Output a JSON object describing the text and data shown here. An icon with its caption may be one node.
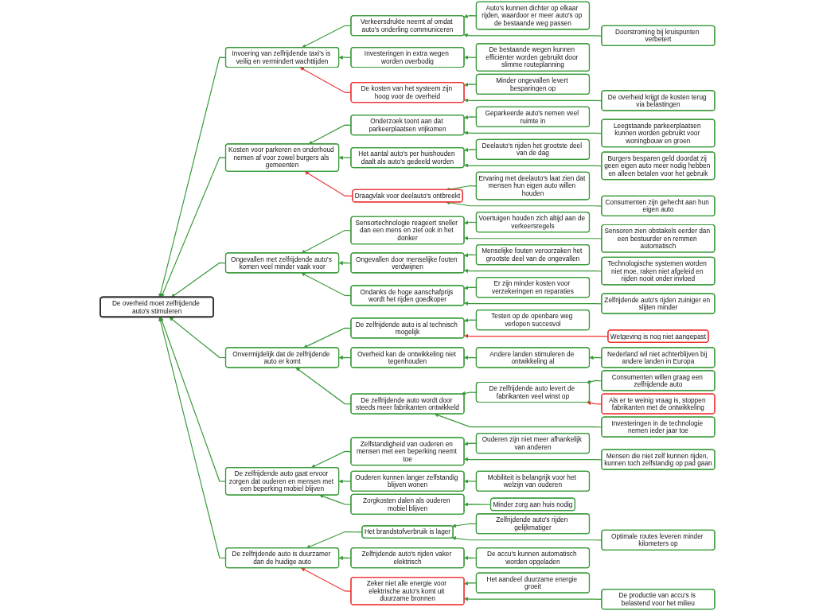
{
  "diagram": {
    "nodes": [
      {
        "text": [
          "De overheid moet zelfrijdende auto's stimuleren"
        ]
      },
      {
        "text": [
          "Invoering van zelfrijdende taxi's is veilig en vermindert wachttijden"
        ]
      },
      {
        "text": [
          "Kosten voor parkeren en onderhoud nemen af voor zowel burgers als gemeenten"
        ]
      },
      {
        "text": [
          "Ongevallen met zelfrijdende auto's komen veel minder vaak voor"
        ]
      },
      {
        "text": [
          "Onvermijdelijk dat de zelfrijdende auto er komt"
        ]
      },
      {
        "text": [
          "De zelfrijdende auto gaat ervoor zorgen dat ouderen en mensen met een beperking mobiel blijven"
        ]
      },
      {
        "text": [
          "De zelfrijdende auto is duurzamer dan de huidige auto"
        ]
      },
      {
        "text": [
          "Verkeersdrukte neemt af omdat auto's onderling communiceren"
        ]
      },
      {
        "text": [
          "Investeringen in extra wegen worden overbodig"
        ]
      },
      {
        "text": [
          "De kosten van het systeem zijn hoog voor de overheid"
        ]
      },
      {
        "text": [
          "Onderzoek toont aan dat parkeerplaatsen vrijkomen"
        ]
      },
      {
        "text": [
          "Het aantal auto's per huishouden daalt als auto's gedeeld worden"
        ]
      },
      {
        "text": [
          "Draagvlak voor deelauto's ontbreekt"
        ]
      },
      {
        "text": [
          "Sensortechnologie reageert sneller dan een mens en ziet ook in het donker"
        ]
      },
      {
        "text": [
          "Ongevallen door menselijke fouten verdwijnen"
        ]
      },
      {
        "text": [
          "Ondanks de hoge aanschafprijs wordt het rijden goedkoper"
        ]
      },
      {
        "text": [
          "De zelfrijdende auto is al technisch mogelijk"
        ]
      },
      {
        "text": [
          "Overheid kan de ontwikkeling niet tegenhouden"
        ]
      },
      {
        "text": [
          "De zelfrijdende auto wordt door steeds meer fabrikanten ontwikkeld"
        ]
      },
      {
        "text": [
          "Zelfstandigheid van ouderen en mensen met een beperking neemt toe"
        ]
      },
      {
        "text": [
          "Ouderen kunnen langer zelfstandig blijven wonen"
        ]
      },
      {
        "text": [
          "Zorgkosten dalen als ouderen mobiel blijven"
        ]
      },
      {
        "text": [
          "Het brandstofverbruik is lager"
        ]
      },
      {
        "text": [
          "Zelfrijdende auto's rijden vaker elektrisch"
        ]
      },
      {
        "text": [
          "Zeker niet alle energie voor elektrische auto's komt uit duurzame bronnen"
        ]
      },
      {
        "text": [
          "Auto's kunnen dichter op elkaar rijden, waardoor er meer auto's op de bestaande weg passen"
        ]
      },
      {
        "text": [
          "Doorstroming bij kruispunten verbetert"
        ]
      },
      {
        "text": [
          "De bestaande wegen kunnen efficiënter worden gebruikt door slimme routeplanning"
        ]
      },
      {
        "text": [
          "Minder ongevallen levert besparingen op"
        ]
      },
      {
        "text": [
          "De overheid krijgt de kosten terug via belastingen"
        ]
      },
      {
        "text": [
          "Geparkeerde auto's nemen veel ruimte in"
        ]
      },
      {
        "text": [
          "Leegstaande parkeerplaatsen kunnen worden gebruikt voor woningbouw en groen"
        ]
      },
      {
        "text": [
          "Deelauto's rijden het grootste deel van de dag"
        ]
      },
      {
        "text": [
          "Burgers besparen geld doordat zij geen eigen auto meer nodig hebben en alleen betalen voor het gebruik"
        ]
      },
      {
        "text": [
          "Ervaring met deelauto's laat zien dat mensen hun eigen auto willen houden"
        ]
      },
      {
        "text": [
          "Consumenten zijn gehecht aan hun eigen auto"
        ]
      },
      {
        "text": [
          "Voertuigen houden zich altijd aan de verkeersregels"
        ]
      },
      {
        "text": [
          "Sensoren zien obstakels eerder dan een bestuurder en remmen automatisch"
        ]
      },
      {
        "text": [
          "Menselijke fouten veroorzaken het grootste deel van de ongevallen"
        ]
      },
      {
        "text": [
          "Technologische systemen worden niet moe, raken niet afgeleid en rijden nooit onder invloed"
        ]
      },
      {
        "text": [
          "Er zijn minder kosten voor verzekeringen en reparaties"
        ]
      },
      {
        "text": [
          "Zelfrijdende auto's rijden zuiniger en slijten minder"
        ]
      },
      {
        "text": [
          "Testen op de openbare weg verlopen succesvol"
        ]
      },
      {
        "text": [
          "Wetgeving is nog niet aangepast"
        ]
      },
      {
        "text": [
          "Andere landen stimuleren de ontwikkeling al"
        ]
      },
      {
        "text": [
          "De zelfrijdende auto levert de fabrikanten veel winst op"
        ]
      },
      {
        "text": [
          "Investeringen in de technologie nemen ieder jaar toe"
        ]
      },
      {
        "text": [
          "Ouderen zijn niet meer afhankelijk van anderen"
        ]
      },
      {
        "text": [
          "Mensen die niet zelf kunnen rijden, kunnen toch zelfstandig op pad gaan"
        ]
      },
      {
        "text": [
          "Mobiliteit is belangrijk voor het welzijn van ouderen"
        ]
      },
      {
        "text": [
          "Minder zorg aan huis nodig"
        ]
      },
      {
        "text": [
          "Zelfrijdende auto's rijden gelijkmatiger"
        ]
      },
      {
        "text": [
          "Optimale routes leveren minder kilometers op"
        ]
      },
      {
        "text": [
          "De accu's kunnen automatisch worden opgeladen"
        ]
      },
      {
        "text": [
          "Het aandeel duurzame energie groeit"
        ]
      },
      {
        "text": [
          "De productie van accu's is belastend voor het milieu"
        ]
      },
      {
        "text": [
          "Nederland wil niet achterblijven bij andere landen in Europa"
        ]
      },
      {
        "text": [
          "Consumenten willen graag een zelfrijdende auto"
        ]
      },
      {
        "text": [
          "Als er te weinig vraag is, stoppen fabrikanten met de ontwikkeling"
        ]
      }
    ],
    "edges": [
      {
        "from": 1,
        "to": 0,
        "arrow": "to"
      },
      {
        "from": 2,
        "to": 0,
        "arrow": "to"
      },
      {
        "from": 3,
        "to": 0,
        "arrow": "to"
      },
      {
        "from": 4,
        "to": 0,
        "arrow": "to"
      },
      {
        "from": 5,
        "to": 0,
        "arrow": "to"
      },
      {
        "from": 6,
        "to": 0,
        "arrow": "to"
      },
      {
        "from": 7,
        "to": 1,
        "arrow": "to"
      },
      {
        "from": 8,
        "to": 1,
        "arrow": "to"
      },
      {
        "from": 9,
        "to": 1,
        "arrow": "to",
        "color": "#ee3333"
      },
      {
        "from": 10,
        "to": 2,
        "arrow": "to"
      },
      {
        "from": 11,
        "to": 2,
        "arrow": "to"
      },
      {
        "from": 12,
        "to": 2,
        "arrow": "to",
        "color": "#ee3333"
      },
      {
        "from": 13,
        "to": 3,
        "arrow": "to"
      },
      {
        "from": 14,
        "to": 3,
        "arrow": "to"
      },
      {
        "from": 15,
        "to": 3,
        "arrow": "to"
      },
      {
        "from": 16,
        "to": 4,
        "arrow": "to"
      },
      {
        "from": 17,
        "to": 4,
        "arrow": "to"
      },
      {
        "from": 18,
        "to": 4,
        "arrow": "to"
      },
      {
        "from": 19,
        "to": 5,
        "arrow": "to"
      },
      {
        "from": 20,
        "to": 5,
        "arrow": "to"
      },
      {
        "from": 21,
        "to": 5,
        "arrow": "to"
      },
      {
        "from": 22,
        "to": 6,
        "arrow": "to"
      },
      {
        "from": 23,
        "to": 6,
        "arrow": "to"
      },
      {
        "from": 24,
        "to": 6,
        "arrow": "to",
        "color": "#ee3333"
      },
      {
        "from": 25,
        "to": 7,
        "arrow": "to"
      },
      {
        "from": 26,
        "to": 7,
        "arrow": "to"
      },
      {
        "from": 27,
        "to": 8,
        "arrow": "to"
      },
      {
        "from": 28,
        "to": 9,
        "arrow": "to"
      },
      {
        "from": 29,
        "to": 9,
        "arrow": "to"
      },
      {
        "from": 30,
        "to": 10,
        "arrow": "to"
      },
      {
        "from": 31,
        "to": 10,
        "arrow": "to"
      },
      {
        "from": 32,
        "to": 11,
        "arrow": "to"
      },
      {
        "from": 33,
        "to": 11,
        "arrow": "to"
      },
      {
        "from": 34,
        "to": 12,
        "arrow": "to"
      },
      {
        "from": 35,
        "to": 12,
        "arrow": "to"
      },
      {
        "from": 36,
        "to": 13,
        "arrow": "to"
      },
      {
        "from": 37,
        "to": 13,
        "arrow": "to"
      },
      {
        "from": 38,
        "to": 14,
        "arrow": "to"
      },
      {
        "from": 39,
        "to": 14,
        "arrow": "to"
      },
      {
        "from": 40,
        "to": 15,
        "arrow": "to"
      },
      {
        "from": 41,
        "to": 15,
        "arrow": "to"
      },
      {
        "from": 42,
        "to": 16,
        "arrow": "to"
      },
      {
        "from": 43,
        "to": 16,
        "arrow": "to",
        "color": "#ee3333"
      },
      {
        "from": 44,
        "to": 17,
        "arrow": "to"
      },
      {
        "from": 45,
        "to": 18,
        "arrow": "to"
      },
      {
        "from": 46,
        "to": 18,
        "arrow": "to"
      },
      {
        "from": 47,
        "to": 19,
        "arrow": "to"
      },
      {
        "from": 48,
        "to": 19,
        "arrow": "to"
      },
      {
        "from": 49,
        "to": 20,
        "arrow": "to"
      },
      {
        "from": 50,
        "to": 21,
        "arrow": "to"
      },
      {
        "from": 51,
        "to": 22,
        "arrow": "to"
      },
      {
        "from": 52,
        "to": 22,
        "arrow": "to"
      },
      {
        "from": 53,
        "to": 23,
        "arrow": "to"
      },
      {
        "from": 54,
        "to": 24,
        "arrow": "to"
      },
      {
        "from": 55,
        "to": 24,
        "arrow": "to"
      },
      {
        "from": 56,
        "to": 44,
        "arrow": "to"
      },
      {
        "from": 57,
        "to": 45,
        "arrow": "to"
      },
      {
        "from": 58,
        "to": 45,
        "arrow": "to",
        "color": "#ee3333"
      }
    ]
  }
}
